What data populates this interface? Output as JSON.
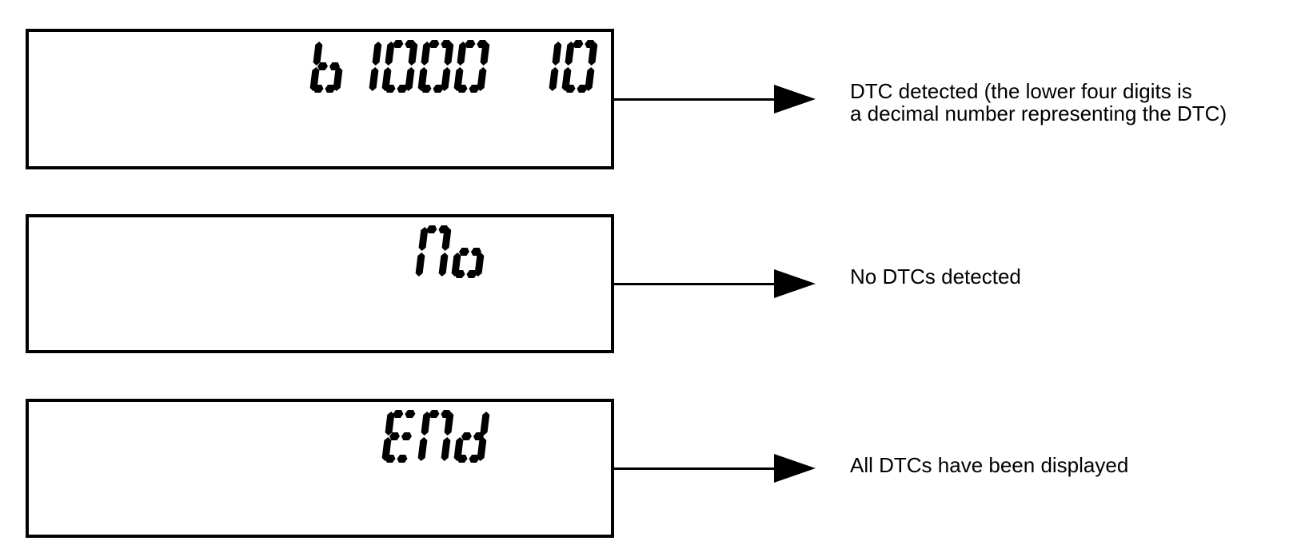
{
  "diagram": {
    "background_color": "#ffffff",
    "ink_color": "#000000",
    "panels": [
      {
        "display": "b1000 10",
        "label": "DTC detected (the lower four digits is\na decimal number representing the DTC)"
      },
      {
        "display": "No",
        "label": "No DTCs detected"
      },
      {
        "display": "ENd",
        "label": "All DTCs have been displayed"
      }
    ]
  }
}
